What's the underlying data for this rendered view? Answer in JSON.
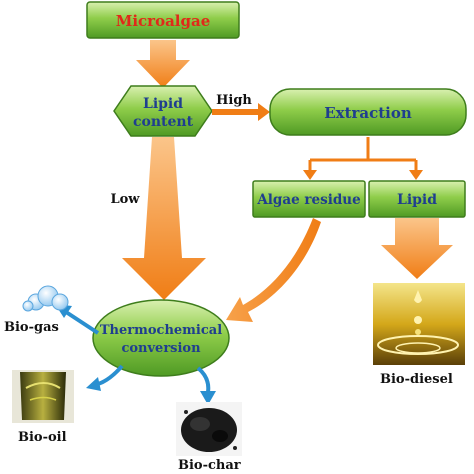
{
  "nodes": {
    "microalgae": "Microalgae",
    "lipid_content_line1": "Lipid",
    "lipid_content_line2": "content",
    "extraction": "Extraction",
    "algae_residue": "Algae residue",
    "lipid": "Lipid",
    "thermo_line1": "Thermochemical",
    "thermo_line2": "conversion"
  },
  "edges": {
    "high": "High",
    "low": "Low"
  },
  "products": {
    "bio_gas": "Bio-gas",
    "bio_oil": "Bio-oil",
    "bio_char": "Bio-char",
    "bio_diesel": "Bio-diesel"
  },
  "colors": {
    "node_green": "#7cc23a",
    "node_dark_green": "#3e7d1c",
    "arrow_orange": "#f08a24",
    "arrow_blue": "#2a8fd0",
    "title_red": "#e0291a",
    "text_blue": "#1f3e8f"
  }
}
